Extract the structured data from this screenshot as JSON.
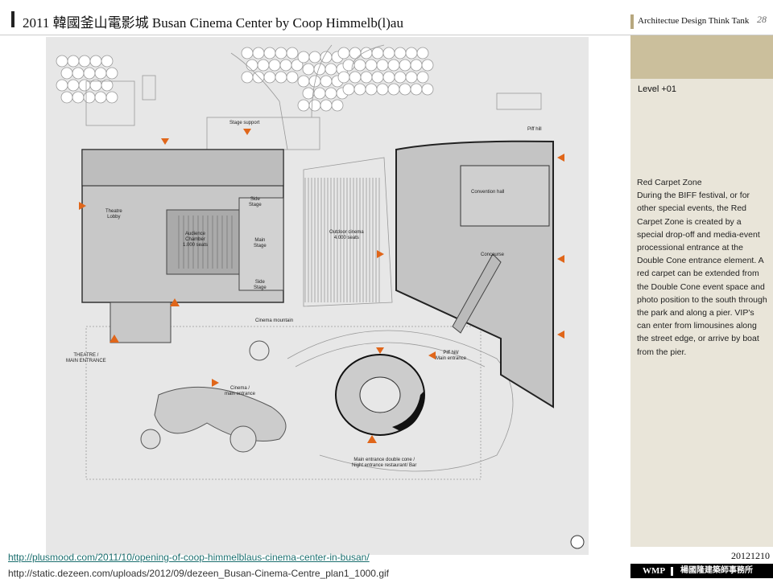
{
  "header": {
    "title": "2011 韓國釜山電影城 Busan Cinema Center by Coop Himmelb(l)au",
    "brand": "Architectue Design Think Tank",
    "page_number": "28"
  },
  "plan": {
    "labels": {
      "stage_support": "Stage support",
      "theatre_lobby": "Theatre\nLobby",
      "audience_chamber": "Audience\nChamber\n1.000 seats",
      "side_stage_top": "Side\nStage",
      "main_stage": "Main\nStage",
      "side_stage_bottom": "Side\nStage",
      "outdoor_cinema": "Outdoor cinema\n4.000 seats",
      "cinema_mountain": "Cinema mountain",
      "theatre_entrance": "THEATRE /\nMAIN ENTRANCE",
      "cinema_entrance": "Cinema /\nmain entrance",
      "piff_hill": "Piff hill",
      "convention_hall": "Convention hall",
      "concourse": "Concourse",
      "piff_entrance": "Piff hill/\nMain entrance",
      "double_cone": "Main entrance double cone /\nNight entrance restaurant/ Bar"
    },
    "accent_color": "#e0661a"
  },
  "panel": {
    "level": "Level +01",
    "heading": "Red Carpet Zone",
    "body": " During the BIFF festival, or for other special events, the Red Carpet Zone is created by a special drop-off and media-event processional entrance at the Double Cone entrance element. A red carpet can be extended from the Double Cone event space and photo position to the south through the park and along a pier. VIP's can enter from limousines along the street edge, or arrive by boat from the pier."
  },
  "footer": {
    "date": "20121210",
    "org_short": "WMP",
    "org_name": "楊國隆建築師事務所",
    "link1": "http://plusmood.com/2011/10/opening-of-coop-himmelblaus-cinema-center-in-busan/",
    "link2": "http://static.dezeen.com/uploads/2012/09/dezeen_Busan-Cinema-Centre_plan1_1000.gif"
  }
}
